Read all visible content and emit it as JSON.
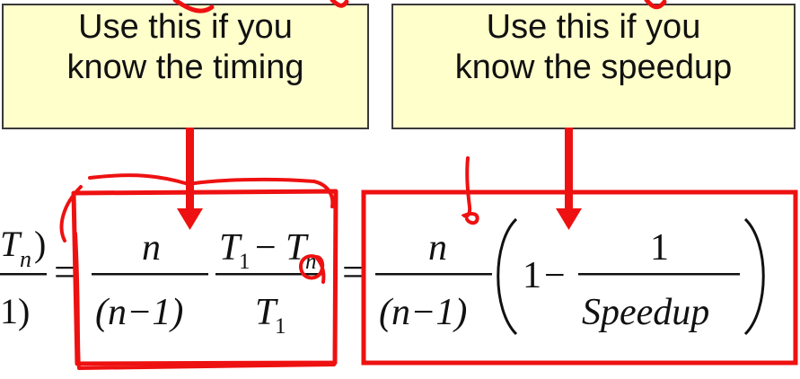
{
  "callouts": {
    "left": {
      "line1": "Use this if you",
      "line2": "know the timing"
    },
    "right": {
      "line1": "Use this if you",
      "line2": "know the speedup"
    }
  },
  "formula": {
    "lead": {
      "num_T": "T",
      "num_sub": "n",
      "num_close": ")",
      "den_close": "1)"
    },
    "eq": "=",
    "term1": {
      "num": "n",
      "den": "(n−1)"
    },
    "term2": {
      "num_T1": "T",
      "num_sub1": "1",
      "minus": "−",
      "num_Tn": "T",
      "num_subn": "n",
      "den_T": "T",
      "den_sub": "1"
    },
    "term3": {
      "num": "n",
      "den": "(n−1)"
    },
    "paren": {
      "one": "1",
      "minus": "−",
      "frac_num": "1",
      "frac_den": "Speedup"
    }
  },
  "colors": {
    "annotation_red": "#ee1111",
    "callout_fill": "#ffffcc",
    "callout_border": "#3a3a3a",
    "text": "#111111"
  }
}
